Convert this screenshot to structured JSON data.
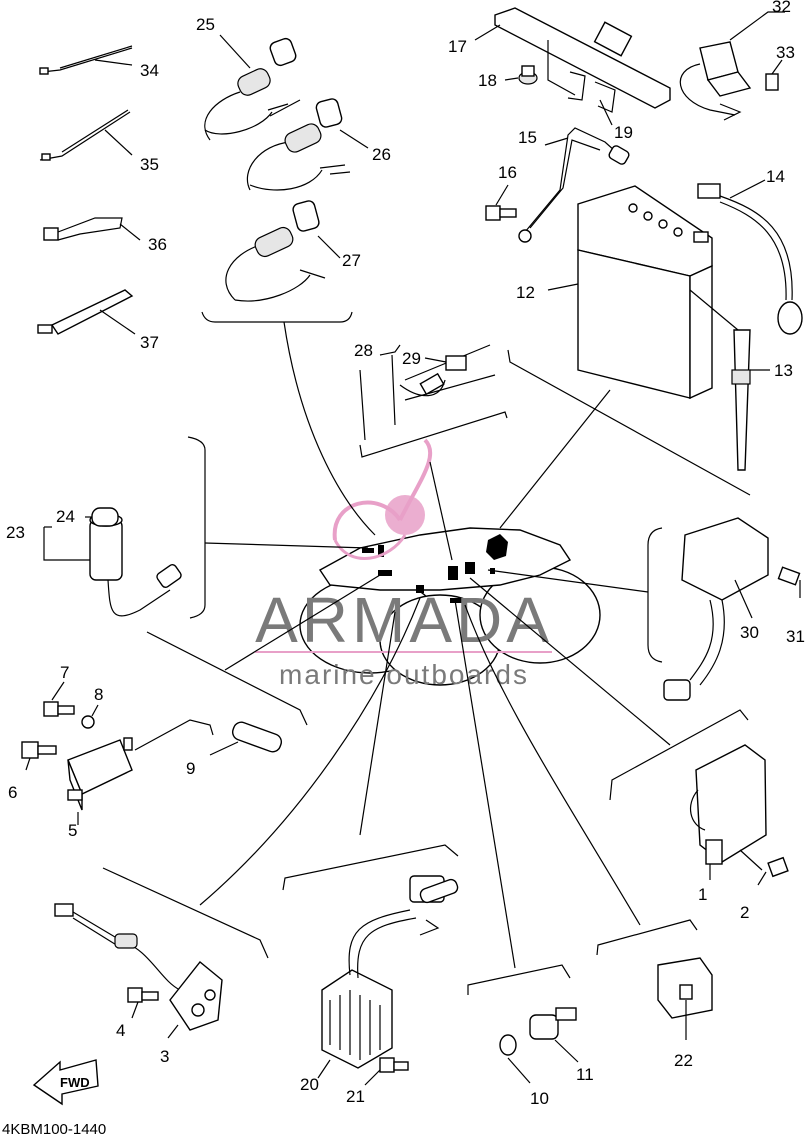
{
  "diagram_code": "4KBM100-1440",
  "watermark": {
    "brand": "ARMADA",
    "tagline": "marine outboards",
    "logo_color": "#e8a0c8"
  },
  "fwd_label": "FWD",
  "callouts": [
    "1",
    "2",
    "3",
    "4",
    "5",
    "6",
    "7",
    "8",
    "9",
    "10",
    "11",
    "12",
    "13",
    "14",
    "15",
    "16",
    "17",
    "18",
    "19",
    "20",
    "21",
    "22",
    "23",
    "24",
    "25",
    "26",
    "27",
    "28",
    "29",
    "30",
    "31",
    "32",
    "33",
    "34",
    "35",
    "36",
    "37"
  ]
}
